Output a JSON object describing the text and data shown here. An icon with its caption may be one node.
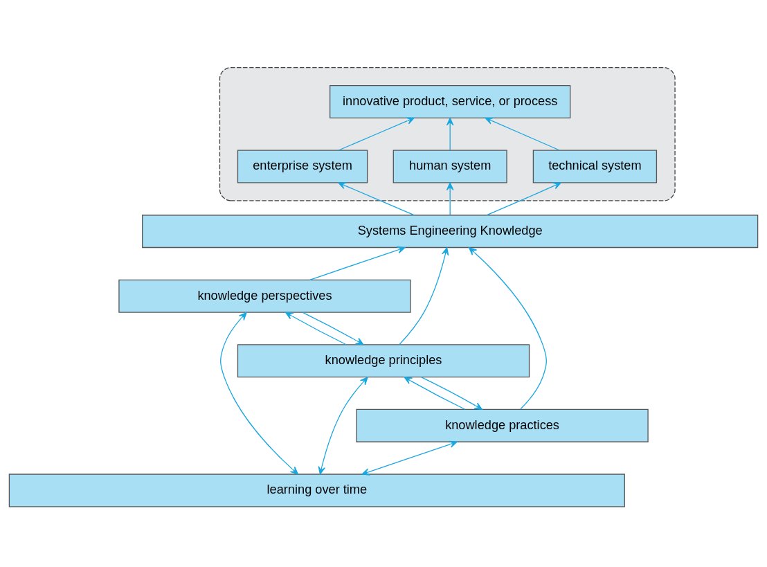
{
  "diagram": {
    "nodes": [
      {
        "text": [],
        "shape": "box"
      },
      {
        "text": [
          "innovative product, service, or process"
        ],
        "in": 0
      },
      {
        "text": [
          "technical system"
        ],
        "in": 0
      },
      {
        "text": [
          "human system"
        ],
        "in": 0
      },
      {
        "text": [
          "enterprise system"
        ],
        "in": 0
      },
      {
        "text": [
          "Systems Engineering Knowledge"
        ]
      },
      {
        "text": [
          "knowledge perspectives"
        ]
      },
      {
        "text": [
          "knowledge principles"
        ]
      },
      {
        "text": [
          "knowledge practices"
        ]
      },
      {
        "text": [
          "learning over time"
        ]
      }
    ],
    "edges": [
      {
        "from": 2,
        "to": 1,
        "arrow": "to"
      },
      {
        "from": 3,
        "to": 1,
        "arrow": "to"
      },
      {
        "from": 4,
        "to": 1,
        "arrow": "to"
      },
      {
        "from": 5,
        "to": 2,
        "arrow": "to"
      },
      {
        "from": 5,
        "to": 3,
        "arrow": "to"
      },
      {
        "from": 5,
        "to": 4,
        "arrow": "to"
      },
      {
        "from": 6,
        "to": 5,
        "arrow": "to"
      },
      {
        "from": 7,
        "to": 5,
        "arrow": "to"
      },
      {
        "from": 8,
        "to": 5,
        "arrow": "to"
      },
      {
        "from": 6,
        "to": 7,
        "arrow": "to"
      },
      {
        "from": 7,
        "to": 6,
        "arrow": "to"
      },
      {
        "from": 7,
        "to": 8,
        "arrow": "to"
      },
      {
        "from": 8,
        "to": 7,
        "arrow": "to"
      },
      {
        "from": 6,
        "to": 9,
        "arrow": "both"
      },
      {
        "from": 7,
        "to": 9,
        "arrow": "both"
      },
      {
        "from": 8,
        "to": 9,
        "arrow": "both"
      }
    ]
  }
}
